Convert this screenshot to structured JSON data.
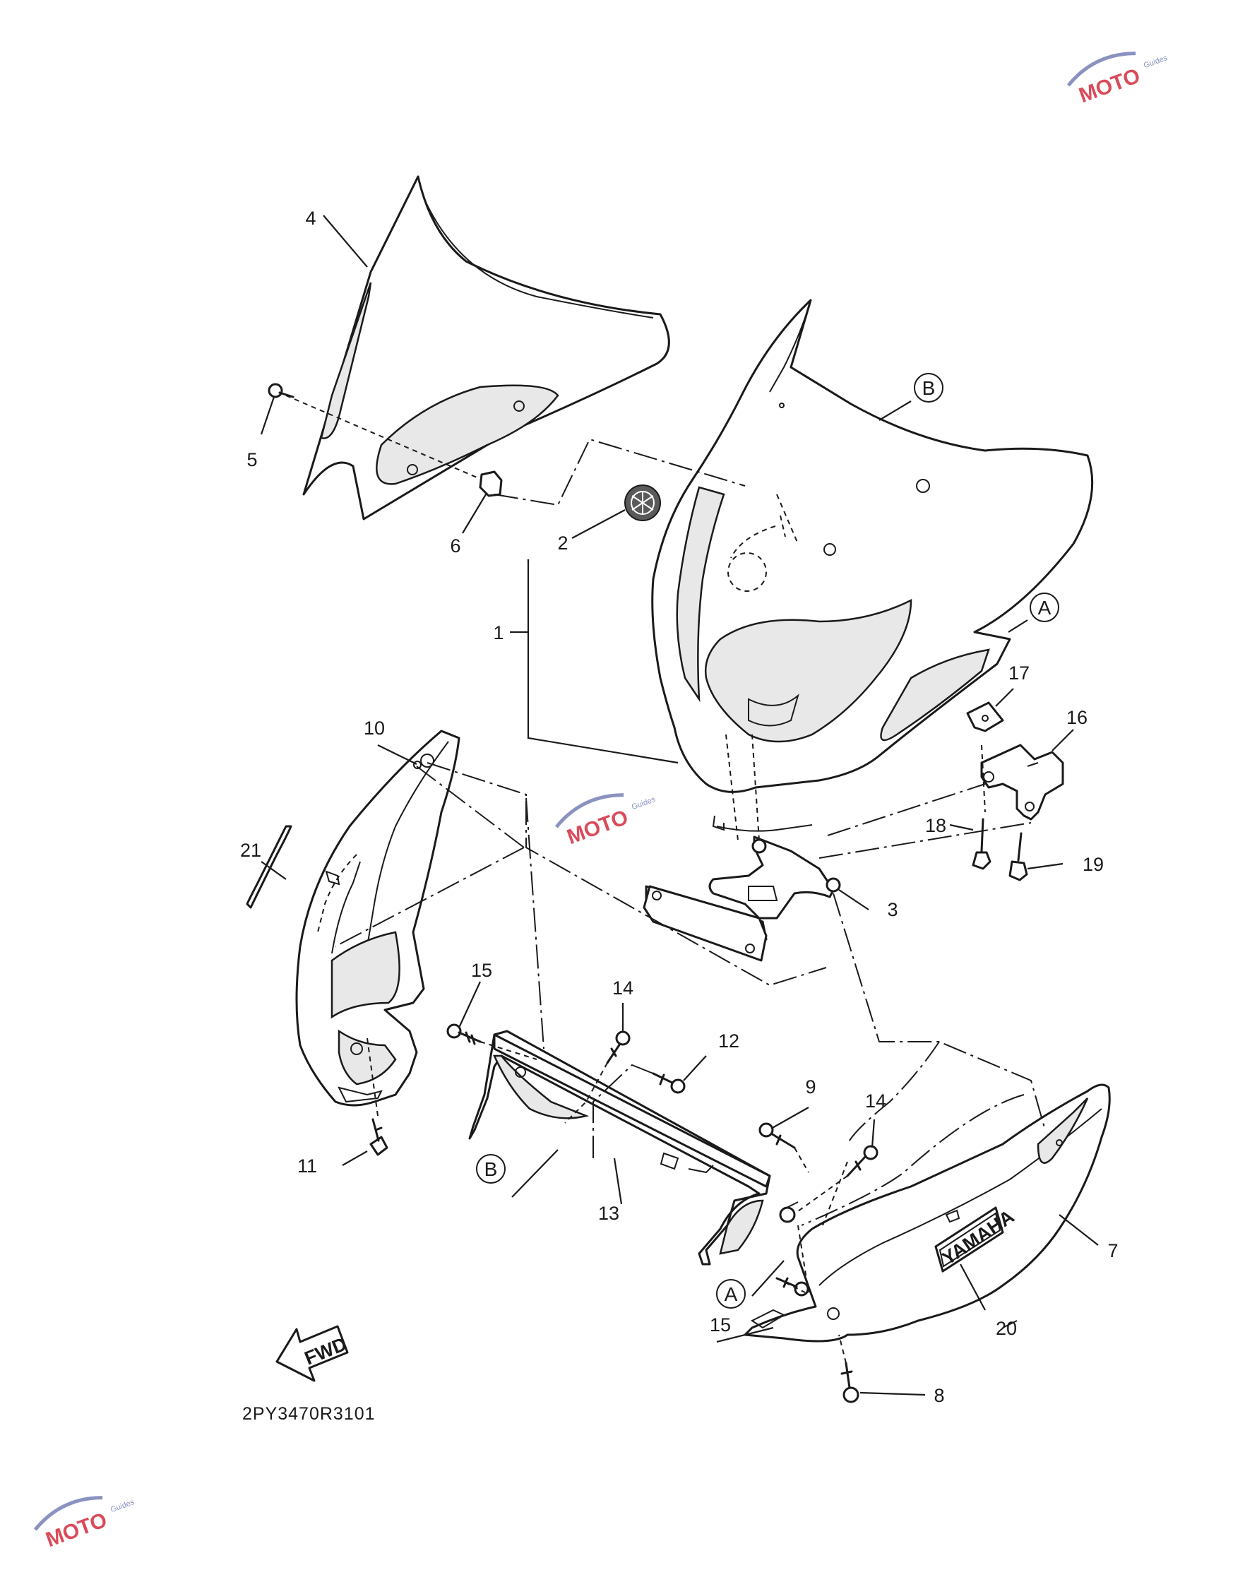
{
  "diagram_code": "2PY3470R3101",
  "fwd_label": "FWD",
  "brand_label": "YAMAHA",
  "watermark": {
    "text": "MOTO",
    "sub": "Guides",
    "accent": "#d94b5a",
    "swoosh": "#8a92c0"
  },
  "callouts": [
    {
      "label": "1"
    },
    {
      "label": "2"
    },
    {
      "label": "3"
    },
    {
      "label": "4"
    },
    {
      "label": "5"
    },
    {
      "label": "6"
    },
    {
      "label": "7"
    },
    {
      "label": "8"
    },
    {
      "label": "9"
    },
    {
      "label": "10"
    },
    {
      "label": "11"
    },
    {
      "label": "12"
    },
    {
      "label": "13"
    },
    {
      "label": "14"
    },
    {
      "label": "14"
    },
    {
      "label": "15"
    },
    {
      "label": "15"
    },
    {
      "label": "16"
    },
    {
      "label": "17"
    },
    {
      "label": "18"
    },
    {
      "label": "19"
    },
    {
      "label": "20"
    },
    {
      "label": "21"
    }
  ],
  "refs": [
    {
      "label": "A"
    },
    {
      "label": "A"
    },
    {
      "label": "B"
    },
    {
      "label": "B"
    }
  ]
}
